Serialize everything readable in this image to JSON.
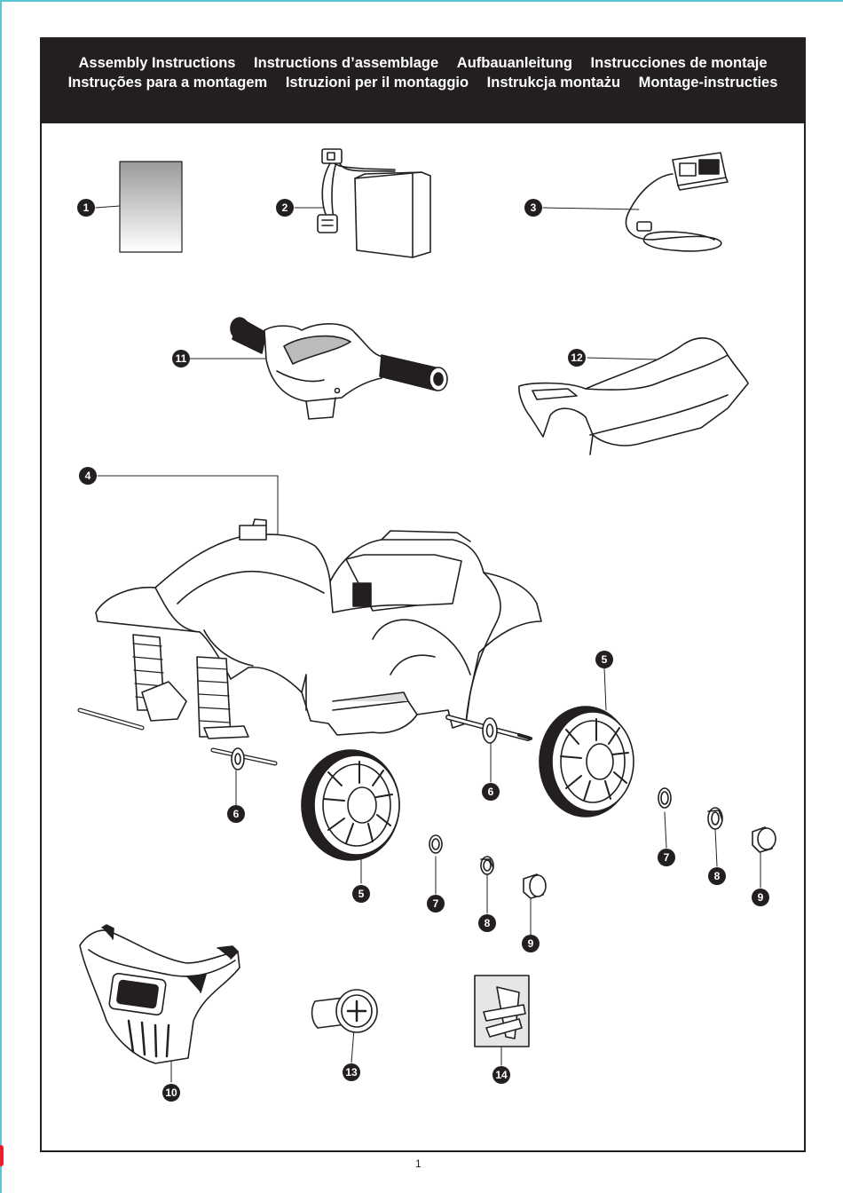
{
  "header": {
    "line1": [
      "Assembly Instructions",
      "Instructions d’assemblage",
      "Aufbauanleitung",
      "Instrucciones de montaje"
    ],
    "line2": [
      "Instruções para a montagem",
      "Istruzioni per il montaggio",
      "Instrukcja montażu",
      "Montage-instructies"
    ]
  },
  "callouts": {
    "c1": "1",
    "c2": "2",
    "c3": "3",
    "c4": "4",
    "c5a": "5",
    "c5b": "5",
    "c6a": "6",
    "c6b": "6",
    "c7a": "7",
    "c7b": "7",
    "c8a": "8",
    "c8b": "8",
    "c9a": "9",
    "c9b": "9",
    "c10": "10",
    "c11": "11",
    "c12": "12",
    "c13": "13",
    "c14": "14"
  },
  "parts": {
    "p1": "manual-icon",
    "p2": "battery-icon",
    "p3": "charger-icon",
    "p4": "atv-body-icon",
    "p5": "wheel-icon",
    "p6": "axle-washer-icon",
    "p7": "washer-icon",
    "p8": "cap-ring-icon",
    "p9": "hub-cap-icon",
    "p10": "front-bumper-icon",
    "p11": "handlebar-icon",
    "p12": "seat-icon",
    "p13": "screw-icon",
    "p14": "grips-icon"
  },
  "page_number": "1",
  "colors": {
    "ink": "#231f20",
    "accent_edge": "#59c7d3",
    "marker": "#e8202a"
  }
}
